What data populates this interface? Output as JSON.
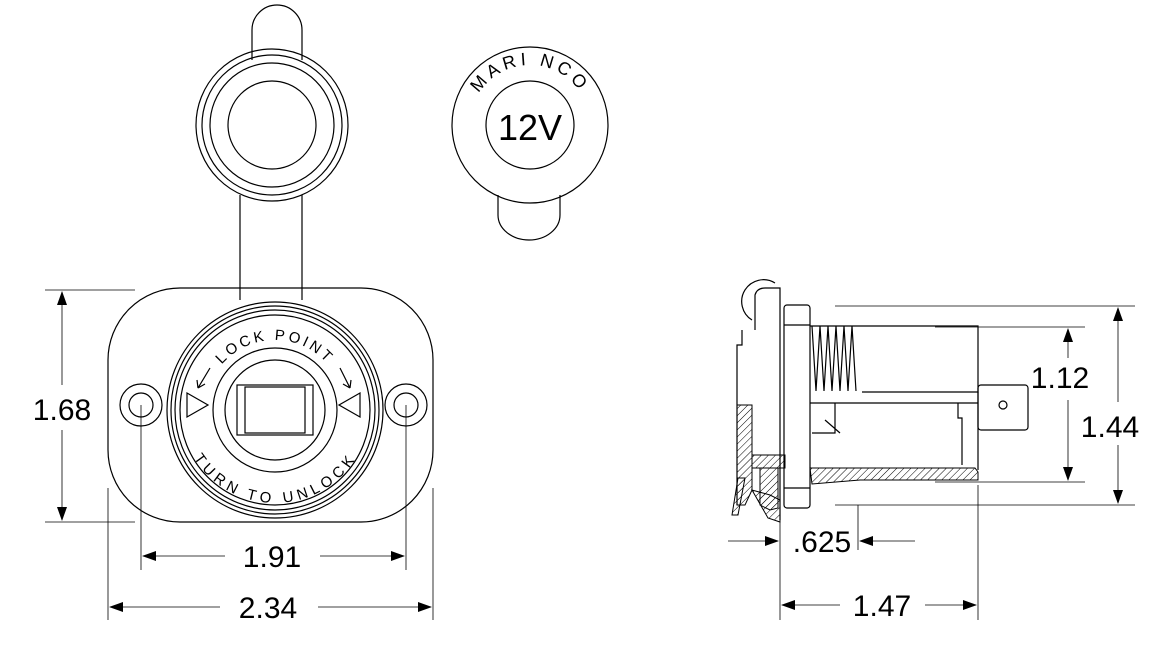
{
  "dimensions": {
    "height_front": "1.68",
    "hole_spacing": "1.91",
    "width_front": "2.34",
    "inner_side": "1.12",
    "height_side": "1.44",
    "flange_depth": ".625",
    "depth_side": "1.47"
  },
  "cap": {
    "brand": "MARI NCO",
    "voltage": "12V"
  },
  "face": {
    "top_text": "LOCK POINT",
    "bottom_text": "TURN TO UNLOCK"
  }
}
